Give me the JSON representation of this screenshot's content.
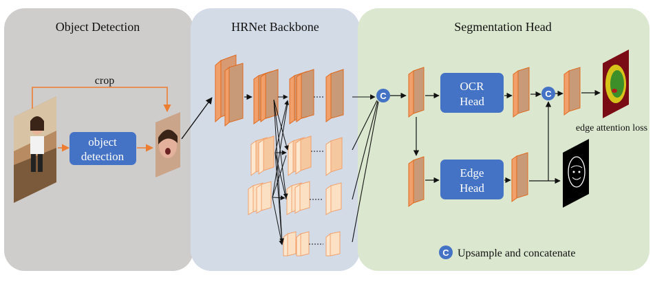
{
  "panels": {
    "detection": {
      "title": "Object Detection"
    },
    "backbone": {
      "title": "HRNet Backbone"
    },
    "segmentation": {
      "title": "Segmentation Head"
    }
  },
  "labels": {
    "crop": "crop",
    "object_detection_line1": "object",
    "object_detection_line2": "detection",
    "ocr_line1": "OCR",
    "ocr_line2": "Head",
    "edge_line1": "Edge",
    "edge_line2": "Head",
    "edge_attention_loss": "edge attention loss",
    "concat_symbol": "C",
    "legend_text": "Upsample and concatenate"
  },
  "colors": {
    "detection_panel": "#cfcccc",
    "backbone_panel": "#d3dbe7",
    "segmentation_panel": "#dbe8cf",
    "blue_box": "#4472c4",
    "feature_orange": "#f2a06b",
    "feature_dark": "#c79a7a",
    "feature_light": "#fde7cf",
    "crop_arrow": "#ed7d31"
  },
  "icons": [
    "person-photo",
    "cropped-face-photo",
    "segmentation-mask",
    "edge-map"
  ]
}
